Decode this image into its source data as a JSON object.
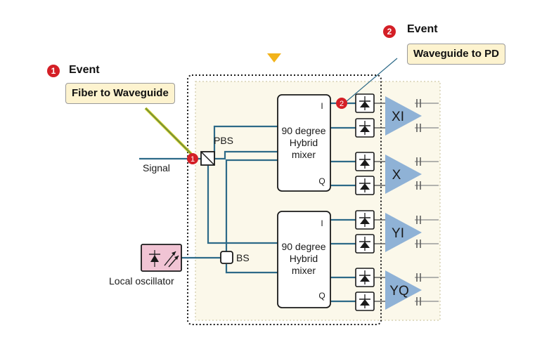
{
  "events": [
    {
      "number": "1",
      "title": "Event",
      "callout": "Fiber to Waveguide"
    },
    {
      "number": "2",
      "title": "Event",
      "callout": "Waveguide to PD"
    }
  ],
  "labels": {
    "pbs": "PBS",
    "bs": "BS",
    "signal": "Signal",
    "local_oscillator": "Local oscillator",
    "port_i": "I",
    "port_q": "Q"
  },
  "mixers": [
    {
      "line1": "90 degree",
      "line2": "Hybrid",
      "line3": "mixer"
    },
    {
      "line1": "90 degree",
      "line2": "Hybrid",
      "line3": "mixer"
    }
  ],
  "outputs": [
    "XI",
    "X",
    "YI",
    "YQ"
  ],
  "colors": {
    "waveguide": "#2d6a88",
    "amplifier": "#8fb2d6",
    "event_badge": "#d41f26",
    "callout_fill": "#fdf3cf",
    "chip_fill": "#fbf8ea",
    "lo_fill": "#f1c4d4",
    "marker": "#f2b31b"
  }
}
